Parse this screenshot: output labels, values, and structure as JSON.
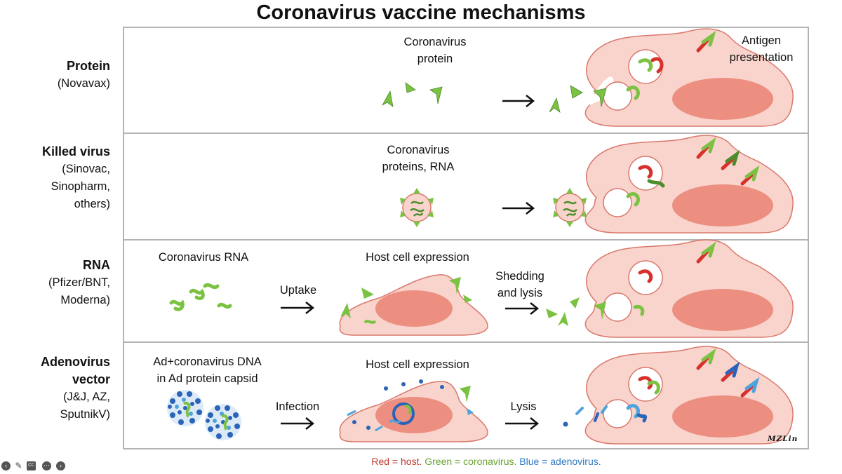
{
  "title": "Coronavirus vaccine mechanisms",
  "rows": [
    {
      "name": "Protein",
      "sub": [
        "(Novavax)"
      ]
    },
    {
      "name": "Killed virus",
      "sub": [
        "(Sinovac,",
        "Sinopharm,",
        "others)"
      ]
    },
    {
      "name": "RNA",
      "sub": [
        "(Pfizer/BNT,",
        "Moderna)"
      ]
    },
    {
      "name": "Adenovirus",
      "name2": "vector",
      "sub": [
        "(J&J, AZ,",
        "SputnikV)"
      ]
    }
  ],
  "labels": {
    "protein_top": [
      "Coronavirus",
      "protein"
    ],
    "antigen": [
      "Antigen",
      "presentation"
    ],
    "killed_top": [
      "Coronavirus",
      "proteins, RNA"
    ],
    "rna_left": "Coronavirus RNA",
    "uptake": "Uptake",
    "host_expr": "Host cell expression",
    "shedding": [
      "Shedding",
      "and lysis"
    ],
    "ad_left": [
      "Ad+coronavirus DNA",
      "in Ad protein capsid"
    ],
    "infection": "Infection",
    "host_expr2": "Host cell expression",
    "lysis": "Lysis"
  },
  "legend": {
    "red": "Red = host.",
    "green": "Green = coronavirus.",
    "blue": "Blue = adenovirus."
  },
  "signature": "MZLin",
  "colors": {
    "host_red": "#d8312b",
    "corona_green": "#7cc242",
    "corona_dark": "#4c8c2b",
    "adeno_blue": "#2a63b8",
    "adeno_light": "#4fa3dc",
    "cell_fill": "#f8d4cd",
    "cell_stroke": "#d9786c",
    "nucleus": "#ec8e80",
    "legend_red": "#c0392b",
    "legend_green": "#6aa22e",
    "legend_blue": "#2e78c2"
  }
}
